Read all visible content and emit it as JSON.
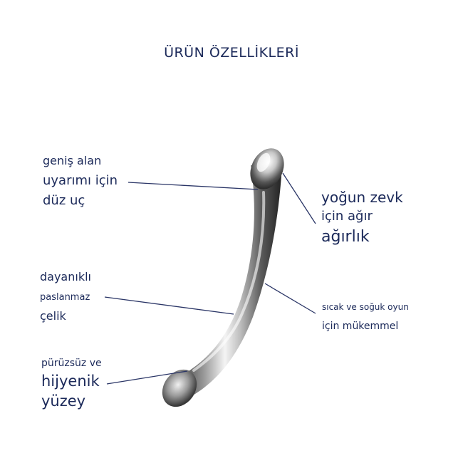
{
  "title": "ÜRÜN ÖZELLİKLERİ",
  "features": {
    "flat_tip": [
      "geniş alan",
      "uyarımı için",
      "düz uç"
    ],
    "heavy_weight": [
      "yoğun zevk",
      "için ağır",
      "ağırlık"
    ],
    "steel": [
      "dayanıklı",
      "paslanmaz",
      "çelik"
    ],
    "temperature": [
      "sıcak ve soğuk oyun",
      "için mükemmel"
    ],
    "surface": [
      "pürüzsüz ve",
      "hijyenik",
      "yüzey"
    ]
  },
  "colors": {
    "text": "#1c2a5a",
    "line": "#2a3566",
    "metal_dark": "#2b2b2b",
    "metal_light": "#f4f4f4"
  }
}
